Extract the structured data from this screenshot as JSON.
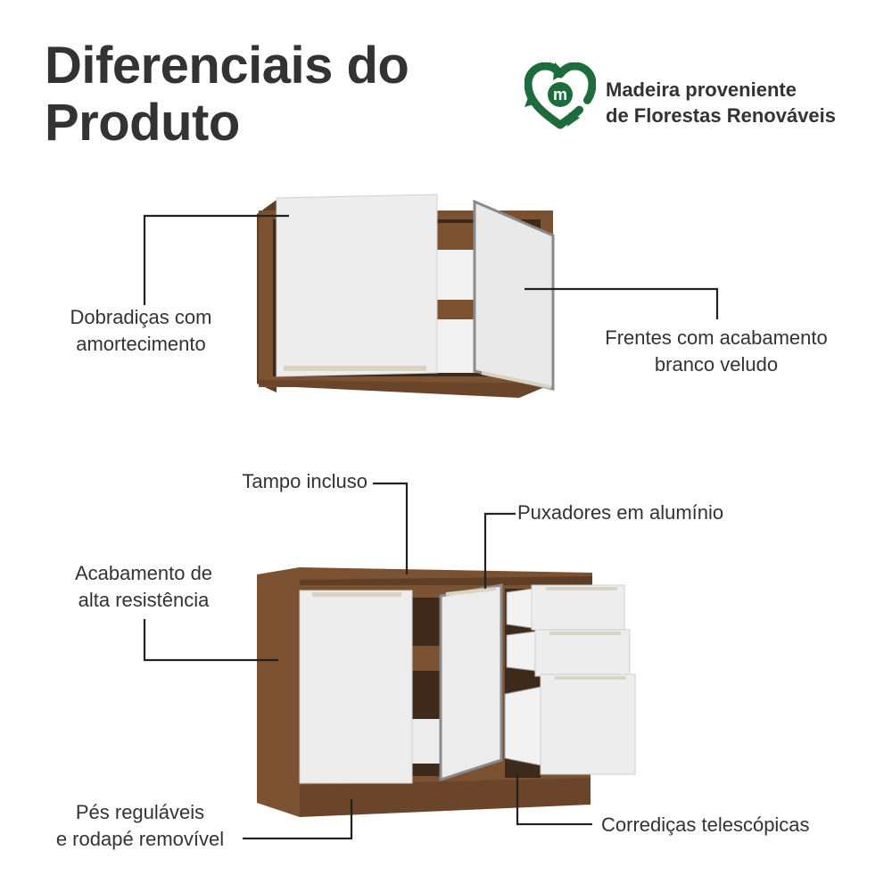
{
  "title": {
    "line1": "Diferenciais do",
    "line2": "Produto"
  },
  "badge": {
    "line1": "Madeira proveniente",
    "line2": "de Florestas Renováveis",
    "icon": "recycle-heart-icon",
    "icon_letter": "m",
    "color": "#1e6b3c"
  },
  "labels": {
    "hinges": {
      "line1": "Dobradiças com",
      "line2": "amortecimento"
    },
    "fronts": {
      "line1": "Frentes com acabamento",
      "line2": "branco veludo"
    },
    "top": "Tampo incluso",
    "handles": "Puxadores em alumínio",
    "finish": {
      "line1": "Acabamento de",
      "line2": "alta resistência"
    },
    "feet": {
      "line1": "Pés reguláveis",
      "line2": "e rodapé removível"
    },
    "slides": "Corrediças telescópicas"
  },
  "colors": {
    "wood": "#7a5232",
    "wood_dark": "#5e3e25",
    "front": "#ededed",
    "text": "#333333",
    "line": "#222222"
  }
}
